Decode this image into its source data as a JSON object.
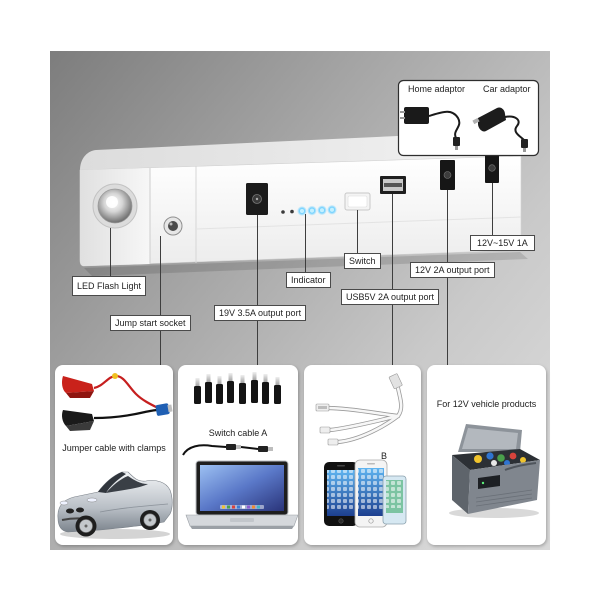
{
  "adaptors": {
    "home_adaptor": "Home adaptor",
    "car_adaptor": "Car adaptor"
  },
  "callouts": {
    "led_flash_light": "LED Flash Light",
    "jump_start_socket": "Jump start socket",
    "port_19v": "19V 3.5A output port",
    "indicator": "Indicator",
    "switch": "Switch",
    "usb_port": "USB5V 2A output port",
    "port_12v": "12V 2A output port",
    "input_port": "12V~15V 1A"
  },
  "accessories": {
    "jumper_cable": "Jumper cable with clamps",
    "switch_cable": "Switch cable A",
    "usb_cable": "B",
    "vehicle_products": "For 12V vehicle products"
  }
}
